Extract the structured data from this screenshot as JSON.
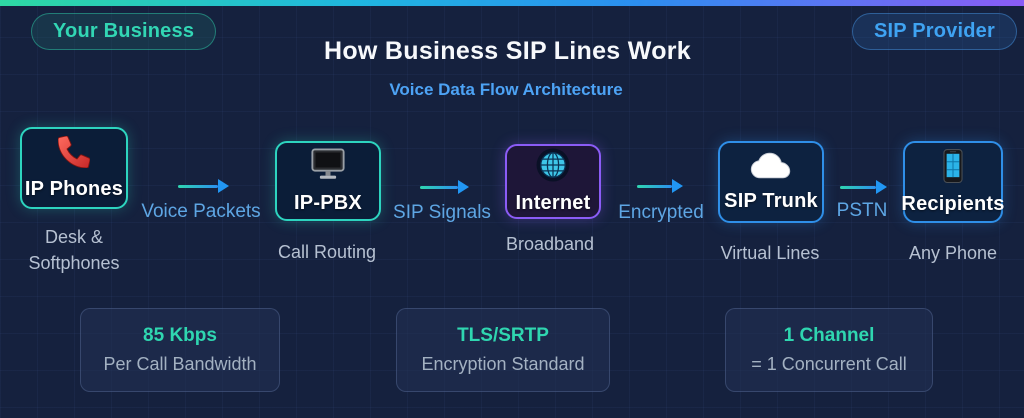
{
  "header": {
    "business_badge": "Your Business",
    "provider_badge": "SIP Provider",
    "title": "How Business SIP Lines Work",
    "subtitle": "Voice Data Flow Architecture"
  },
  "flow": {
    "nodes": [
      {
        "label": "IP Phones",
        "sublabel": "Desk & Softphones",
        "icon": "phone-icon",
        "border_color": "#2dd4bf"
      },
      {
        "label": "IP-PBX",
        "sublabel": "Call Routing",
        "icon": "monitor-icon",
        "border_color": "#2dd4bf"
      },
      {
        "label": "Internet",
        "sublabel": "Broadband",
        "icon": "globe-icon",
        "border_color": "#8b5cf6"
      },
      {
        "label": "SIP Trunk",
        "sublabel": "Virtual Lines",
        "icon": "cloud-icon",
        "border_color": "#2f8fe8"
      },
      {
        "label": "Recipients",
        "sublabel": "Any Phone",
        "icon": "mobile-icon",
        "border_color": "#2f8fe8"
      }
    ],
    "arrows": [
      {
        "label": "Voice Packets"
      },
      {
        "label": "SIP Signals"
      },
      {
        "label": "Encrypted"
      },
      {
        "label": "PSTN"
      }
    ]
  },
  "stats": [
    {
      "value": "85 Kbps",
      "label": "Per Call Bandwidth"
    },
    {
      "value": "TLS/SRTP",
      "label": "Encryption Standard"
    },
    {
      "value": "1 Channel",
      "label": "= 1 Concurrent Call"
    }
  ],
  "colors": {
    "background": "#15213e",
    "accent_teal": "#2fd6b0",
    "accent_blue": "#3fa3f2",
    "accent_purple": "#8b5cf6",
    "arrow_blue": "#2196f3",
    "text_white": "#f7f9fc",
    "text_muted": "#b6c1d2",
    "topbar_gradient": [
      "#2ed9a3",
      "#1fb6e0",
      "#2b8ff0",
      "#8b5cf6"
    ]
  }
}
